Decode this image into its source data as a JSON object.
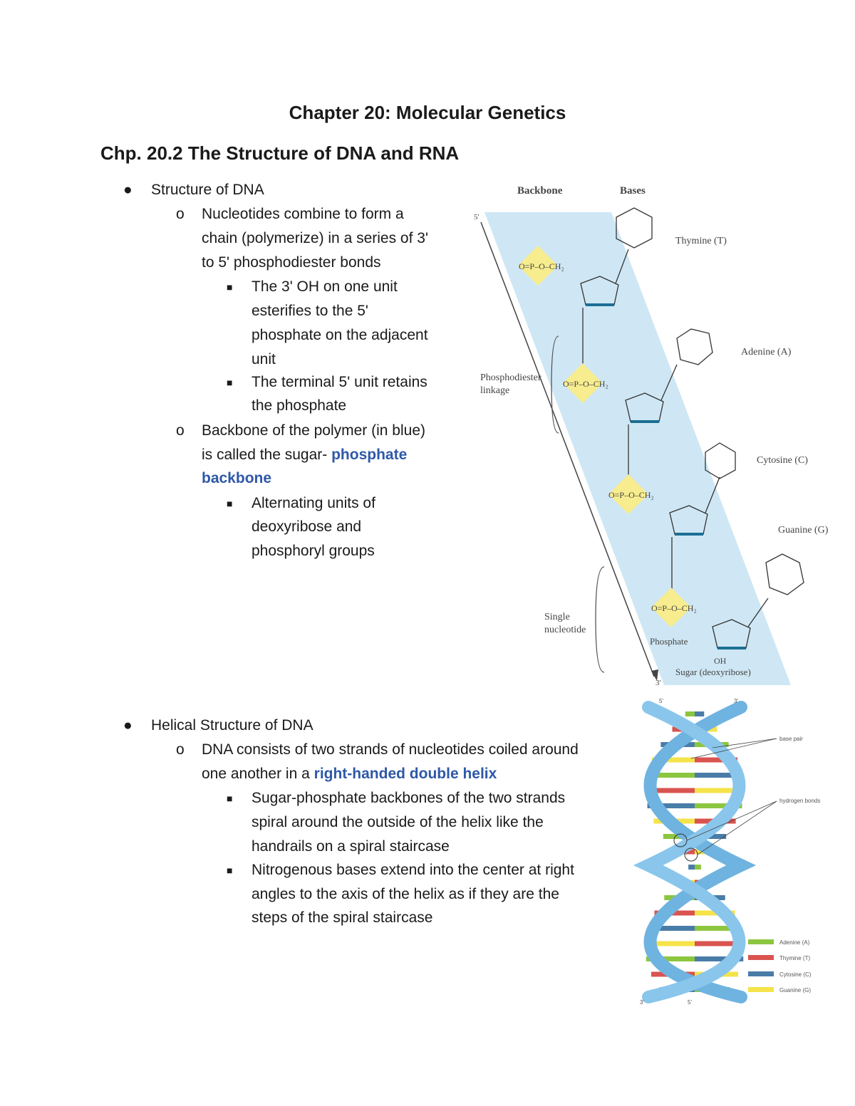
{
  "chapter_title": "Chapter 20: Molecular Genetics",
  "section_title": "Chp. 20.2 The Structure of DNA and RNA",
  "sec1": {
    "heading": "Structure of DNA",
    "sub1": [
      "Nucleotides combine to form a",
      "chain (polymerize) in a series of 3'",
      "to 5' phosphodiester bonds"
    ],
    "sub1_items": [
      [
        "The 3' OH on one unit",
        "esterifies to the 5'",
        "phosphate on the adjacent",
        "unit"
      ],
      [
        "The terminal 5' unit retains",
        "the phosphate"
      ]
    ],
    "sub2_line1": "Backbone of the polymer (in blue)",
    "sub2_line2": "is called the sugar-",
    "sub2_kw1": "phosphate",
    "sub2_kw2": "backbone",
    "sub2_items": [
      [
        "Alternating units of",
        "deoxyribose and",
        "phosphoryl groups"
      ]
    ]
  },
  "sec2": {
    "heading": "Helical Structure of DNA",
    "sub1_line1": "DNA consists of two strands of nucleotides coiled around",
    "sub1_line2": "one another in a",
    "sub1_kw": "right-handed double helix",
    "items": [
      [
        "Sugar-phosphate backbones of the two strands",
        "spiral around the outside of the helix like the",
        "handrails on a spiral staircase"
      ],
      [
        "Nitrogenous bases extend into the center at right",
        "angles to the axis of the helix as if they are the",
        "steps of the spiral staircase"
      ]
    ]
  },
  "fig1": {
    "col_backbone": "Backbone",
    "col_bases": "Bases",
    "end_top": "5'",
    "end_bottom": "3'",
    "phospho_label": [
      "Phosphodiester",
      "linkage"
    ],
    "single_label": [
      "Single",
      "nucleotide"
    ],
    "phosphate_label": "Phosphate",
    "sugar_label": "Sugar (deoxyribose)",
    "oh_label": "OH",
    "bases": [
      "Thymine (T)",
      "Adenine (A)",
      "Cytosine (C)",
      "Guanine (G)"
    ]
  },
  "fig2": {
    "top_left": "5'",
    "top_right": "3'",
    "bottom_left": "3'",
    "bottom_right": "5'",
    "label_base_pair": "base pair",
    "label_hbond": "hydrogen bonds",
    "legend": [
      {
        "name": "Adenine (A)",
        "color": "#8cc63f"
      },
      {
        "name": "Thymine (T)",
        "color": "#d9534f"
      },
      {
        "name": "Cytosine (C)",
        "color": "#4a7ca8"
      },
      {
        "name": "Guanine (G)",
        "color": "#f5e34a"
      }
    ],
    "strand_color": "#6fb3e0"
  }
}
